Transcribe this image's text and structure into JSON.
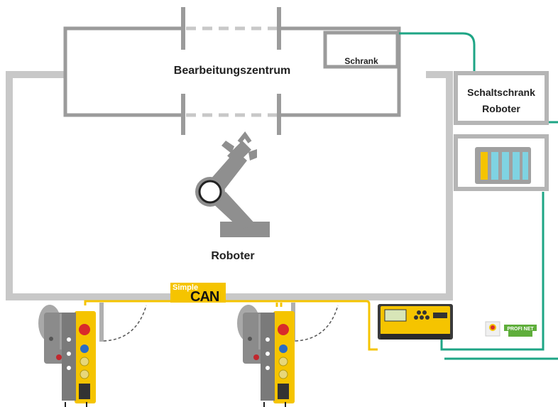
{
  "labels": {
    "machining_center": "Bearbeitungszentrum",
    "cabinet_small": "Schrank",
    "robot_cabinet_line1": "Schaltschrank",
    "robot_cabinet_line2": "Roboter",
    "robot": "Roboter",
    "bus_prefix": "Simple",
    "bus_name": "CAN",
    "network_logo": "PROFI NET"
  },
  "colors": {
    "wall": "#c8c8c8",
    "machine": "#9b9b9b",
    "can_bus": "#f5c400",
    "profinet": "#1ea585",
    "robot": "#8f8f8f",
    "panel_blue": "#7fd3e2",
    "panel_yellow": "#f5c400"
  }
}
